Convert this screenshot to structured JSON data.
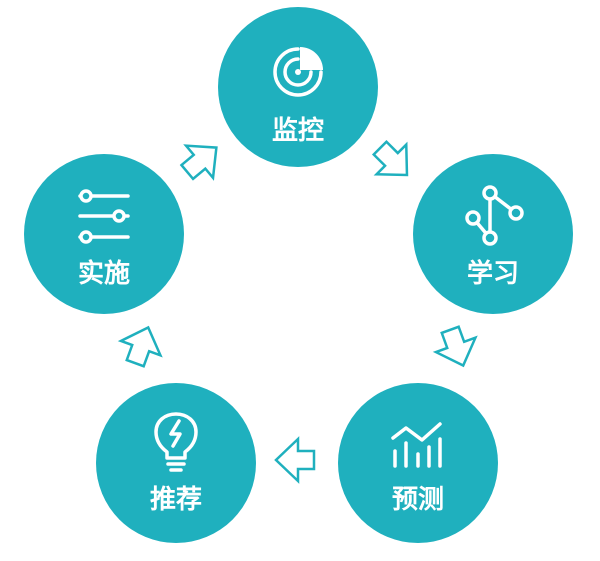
{
  "diagram": {
    "accent_color": "#1fb0be",
    "nodes": [
      {
        "id": "monitor",
        "label": "监控",
        "icon": "radar-icon"
      },
      {
        "id": "learn",
        "label": "学习",
        "icon": "network-nodes-icon"
      },
      {
        "id": "predict",
        "label": "预测",
        "icon": "bar-chart-trend-icon"
      },
      {
        "id": "recommend",
        "label": "推荐",
        "icon": "lightbulb-icon"
      },
      {
        "id": "implement",
        "label": "实施",
        "icon": "sliders-icon"
      }
    ],
    "flow": [
      "监控",
      "学习",
      "预测",
      "推荐",
      "实施",
      "监控"
    ]
  }
}
